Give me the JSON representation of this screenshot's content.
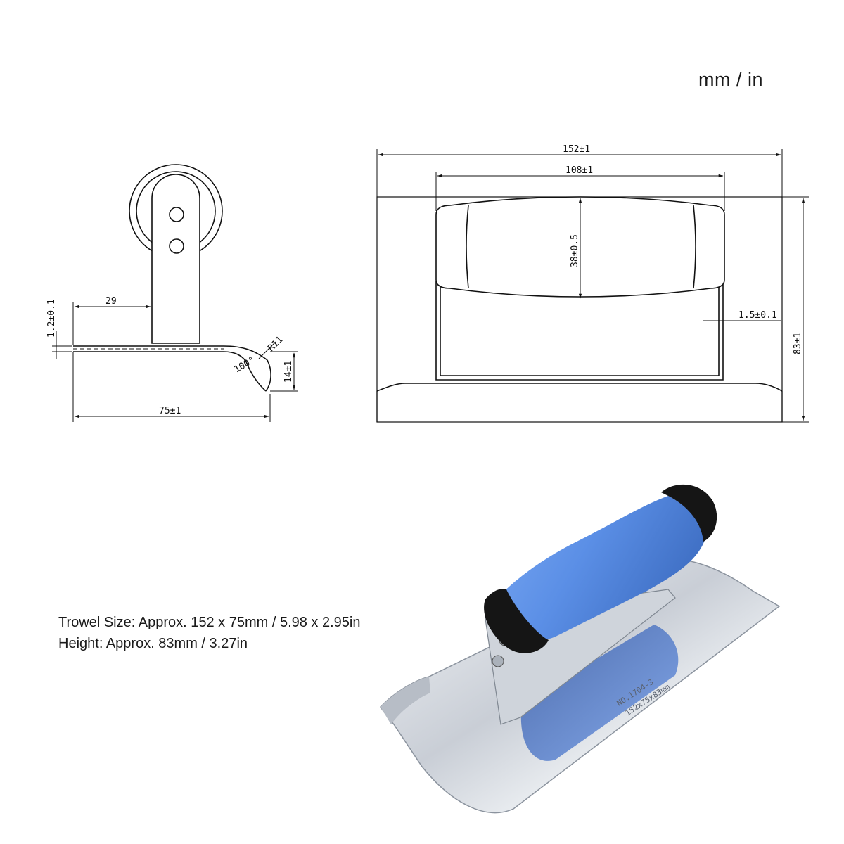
{
  "units": "mm / in",
  "specs": {
    "size": "Trowel Size: Approx. 152 x 75mm / 5.98 x 2.95in",
    "height": "Height: Approx. 83mm / 3.27in"
  },
  "side_view": {
    "dim_width": "75±1",
    "dim_offset": "29",
    "dim_thickness": "1.2±0.1",
    "dim_radius": "R11",
    "dim_angle": "100°",
    "dim_lip": "14±1"
  },
  "front_view": {
    "dim_length": "152±1",
    "dim_handle_length": "108±1",
    "dim_handle_dia": "38±0.5",
    "dim_bracket": "1.5±0.1",
    "dim_height": "83±1"
  },
  "photo": {
    "stamp_line1": "NO.1704-3",
    "stamp_line2": "152x75x83mm",
    "colors": {
      "handle": "#5b8fe6",
      "cap": "#151515",
      "steel": "#d9dde3"
    }
  }
}
